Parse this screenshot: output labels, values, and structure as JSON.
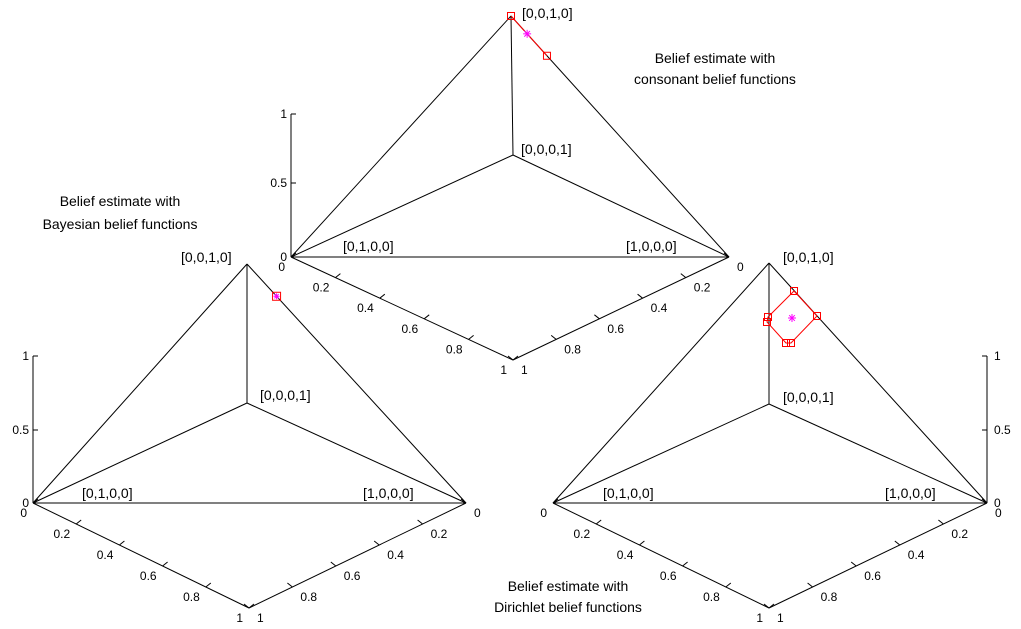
{
  "colors": {
    "axis": "#000000",
    "marker": "#ff0000",
    "center": "#ff00ff",
    "background": "#ffffff"
  },
  "vertex_labels": {
    "top": "[0,0,1,0]",
    "back": "[0,0,0,1]",
    "left": "[0,1,0,0]",
    "right": "[1,0,0,0]"
  },
  "tick_labels": {
    "z": [
      "0",
      "0.5",
      "1"
    ],
    "left_axis": [
      "0",
      "0.2",
      "0.4",
      "0.6",
      "0.8",
      "1"
    ],
    "right_axis": [
      "0",
      "0.2",
      "0.4",
      "0.6",
      "0.8",
      "1"
    ]
  },
  "panels": [
    {
      "id": "consonant",
      "caption": [
        "Belief estimate with",
        "consonant belief functions"
      ],
      "marker_style": "segment",
      "marker_shape": "square",
      "center_marker": "star"
    },
    {
      "id": "bayesian",
      "caption": [
        "Belief estimate with",
        "Bayesian belief functions"
      ],
      "marker_style": "point",
      "marker_shape": "square",
      "center_marker": "star"
    },
    {
      "id": "dirichlet",
      "caption": [
        "Belief estimate with",
        "Dirichlet belief functions"
      ],
      "marker_style": "polygon",
      "marker_shape": "square",
      "center_marker": "star"
    }
  ]
}
